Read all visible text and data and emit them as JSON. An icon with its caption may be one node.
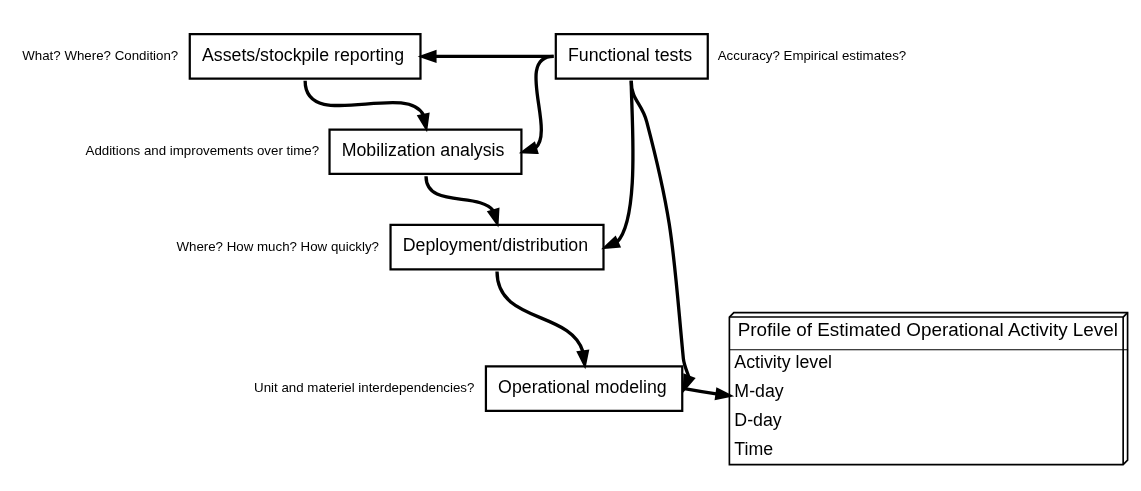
{
  "diagram": {
    "nodes": [
      {
        "text": [
          "Assets/stockpile reporting"
        ],
        "beside": [
          "What? Where? Condition?"
        ]
      },
      {
        "text": [
          "Mobilization analysis"
        ],
        "beside": [
          "Additions and improvements over time?"
        ]
      },
      {
        "text": [
          "Deployment/distribution"
        ],
        "beside": [
          "Where? How much? How quickly?"
        ]
      },
      {
        "text": [
          "Operational modeling"
        ],
        "beside": [
          "Unit and materiel interdependencies?"
        ]
      },
      {
        "text": [
          "Functional tests"
        ],
        "beside": [
          "Accuracy? Empirical estimates?"
        ]
      },
      {
        "text": [
          "Profile of Estimated Operational Activity Level",
          "Activity level",
          "M-day",
          "D-day",
          "Time"
        ]
      }
    ],
    "edges": [
      {
        "from": 4,
        "to": 0,
        "arrow": "to"
      },
      {
        "from": 0,
        "to": 1,
        "arrow": "to"
      },
      {
        "from": 4,
        "to": 1,
        "arrow": "to"
      },
      {
        "from": 1,
        "to": 2,
        "arrow": "to"
      },
      {
        "from": 4,
        "to": 2,
        "arrow": "to"
      },
      {
        "from": 2,
        "to": 3,
        "arrow": "to"
      },
      {
        "from": 4,
        "to": 3,
        "arrow": "to"
      },
      {
        "from": 3,
        "to": 5,
        "arrow": "to"
      }
    ]
  }
}
